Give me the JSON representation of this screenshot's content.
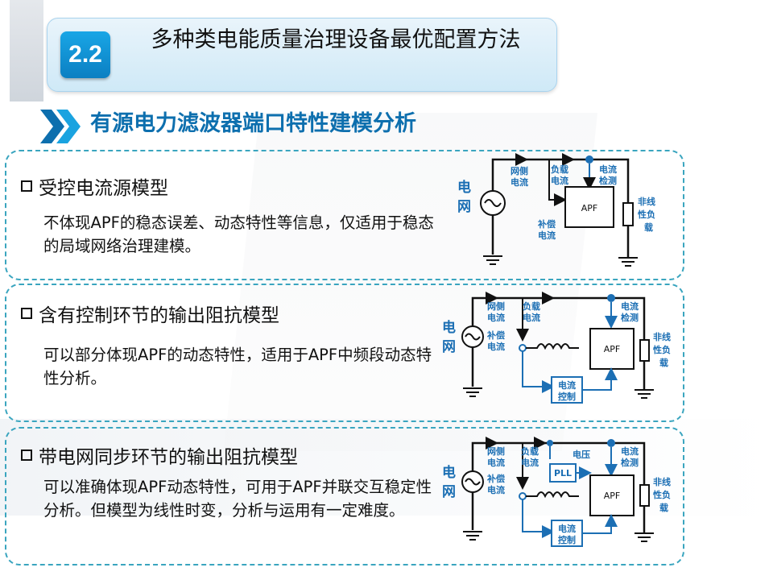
{
  "header": {
    "badge": "2.2",
    "title": "多种类电能质量治理设备最优配置方法"
  },
  "section": {
    "title": "有源电力滤波器端口特性建模分析"
  },
  "cards": [
    {
      "title": "受控电流源模型",
      "body": "不体现APF的稳态误差、动态特性等信息，仅适用于稳态的局域网络治理建模。"
    },
    {
      "title": "含有控制环节的输出阻抗模型",
      "body": "可以部分体现APF的动态特性，适用于APF中频段动态特性分析。"
    },
    {
      "title": "带电网同步环节的输出阻抗模型",
      "body": "可以准确体现APF动态特性，可用于APF并联交互稳定性分析。但模型为线性时变，分析与运用有一定难度。"
    }
  ],
  "diagram": {
    "grid": [
      "电",
      "网"
    ],
    "grid_current": [
      "网侧",
      "电流"
    ],
    "load_current": [
      "负载",
      "电流"
    ],
    "current_detect": [
      "电流",
      "检测"
    ],
    "comp_current": [
      "补偿",
      "电流"
    ],
    "comp_current_alt": [
      "补偿",
      "电流"
    ],
    "apf": "APF",
    "nonlinear_load": [
      "非线",
      "性负",
      "载"
    ],
    "current_control": [
      "电流",
      "控制"
    ],
    "voltage": "电压",
    "pll": "PLL"
  },
  "colors": {
    "accent": "#0d6fae",
    "card_border": "#3aa5bf",
    "diagram_blue": "#1c6fb4"
  }
}
